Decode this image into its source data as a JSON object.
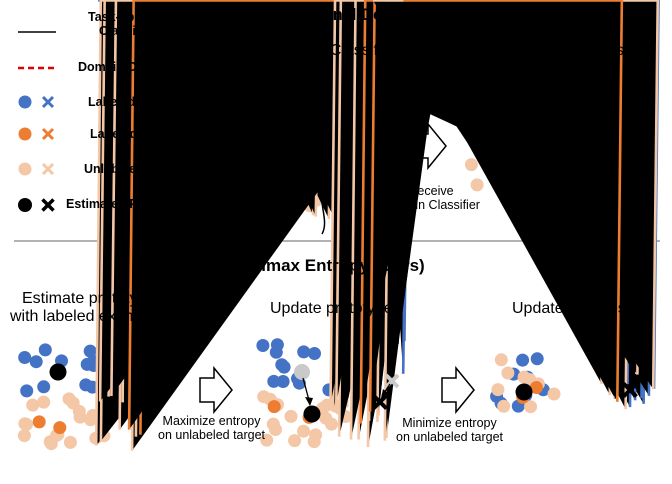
{
  "legend": {
    "task_classifier": "Task-specific\nClassifier",
    "domain_classifier": "Domain  Classifier",
    "labeled_source": "Labeled Source",
    "labeled_target": "Labeled Target",
    "unlabeled_target": "Unlabeled Target",
    "estimated_prototypes": "Estimated Prototypes"
  },
  "top_section": {
    "title": "Conventional Domain Classifier Based Method",
    "train_label": "Train Domain Classifier",
    "update_label": "Update features",
    "deceive_label": "Deceive\nDomain Classifier"
  },
  "bottom_section": {
    "title": "Minimax Entropy (Ours)",
    "estimate_label": "Estimate prototype\nwith labeled examples",
    "update_proto_label": "Update prototype",
    "update_features_label": "Update features",
    "maximize_label": "Maximize entropy\non unlabeled target",
    "minimize_label": "Minimize entropy\non unlabeled target"
  },
  "colors": {
    "source": "#4472c4",
    "labeled_target": "#ed7d31",
    "unlabeled_target": "#f4c7a6",
    "prototype": "#000000",
    "old_prototype": "#c9c9c9",
    "domain_classifier": "#e00000"
  }
}
